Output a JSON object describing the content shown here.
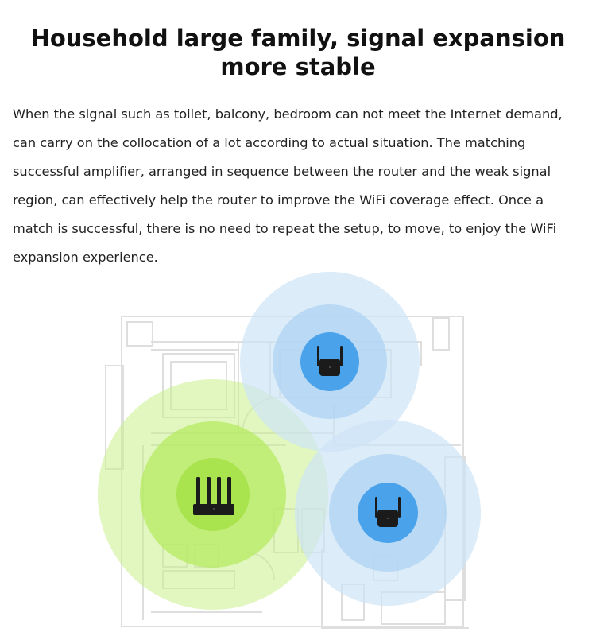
{
  "heading": {
    "line1": "Household large family, signal expansion",
    "line2": "more stable"
  },
  "description": {
    "lines": [
      "When the signal such as toilet, balcony, bedroom can not meet the Internet demand,",
      "can carry on the collocation of a lot according to actual situation. The matching",
      "successful amplifier, arranged in sequence between the router and the weak signal",
      "region, can effectively help the router to improve the WiFi coverage effect. Once a",
      "match is successful, there is no need to repeat the setup, to move, to enjoy the WiFi",
      "expansion experience."
    ]
  },
  "illustration": {
    "router_icon": "router-icon",
    "extender_icon": "wifi-extender-icon",
    "colors": {
      "router_coverage": "#c8f08a",
      "router_core": "#a9e24d",
      "extender_coverage": "#cfe6f7",
      "extender_core": "#4aa3ea",
      "floorplan_lines": "#dcdcdc"
    }
  }
}
